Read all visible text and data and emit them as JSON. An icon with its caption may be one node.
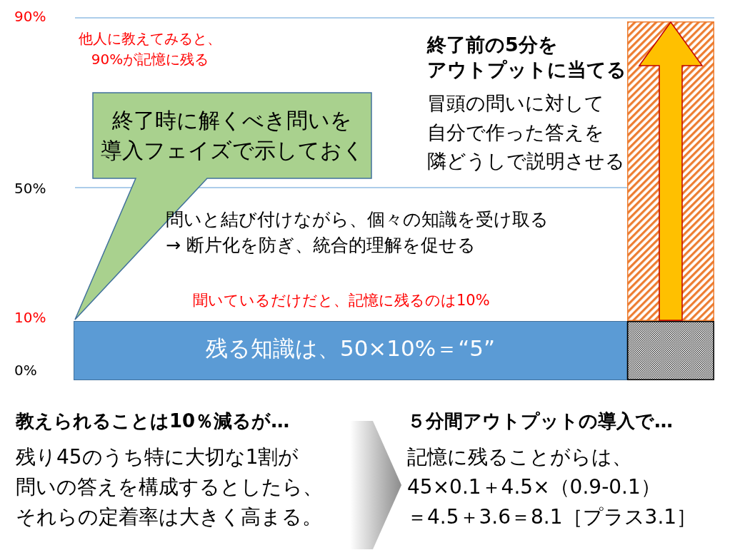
{
  "diagram": {
    "nodes": [
      {
        "text": [],
        "shape": "bar"
      },
      {
        "text": [
          "終了時に解くべき問いを導入フェイズで示しておく"
        ]
      },
      {
        "text": [
          "残る知識は、50×10%＝“5”"
        ]
      },
      {
        "text": [],
        "shape": "box"
      },
      {
        "text": [
          "教えられることは10％減るが…",
          "残り45のうち特に大切な1割が問いの答えを構成するとしたら、それらの定着率は大きく高まる。"
        ]
      },
      {
        "text": [
          "５分間アウトプットの導入で…",
          "記憶に残ることがらは、45×0.1＋4.5×（0.9-0.1）＝4.5＋3.6＝8.1［プラス3.1］"
        ]
      }
    ],
    "edges": [
      {
        "from": 4,
        "to": 5,
        "arrow": "to",
        "color": "#a0a0a0"
      },
      {
        "from": 3,
        "to": null,
        "arrow": "to",
        "style": "thick",
        "color": "#ffc000"
      }
    ],
    "labels": [
      "90%",
      "他人に教えてみると、90%が記憶に残る",
      "終了前の5分をアウトプットに当てる",
      "冒頭の問いに対して自分で作った答えを隣どうしで説明させる",
      "50%",
      "問いと結び付けながら、個々の知識を受け取る → 断片化を防ぎ、統合的理解を促せる",
      "聞いているだけだと、記憶に残るのは10%",
      "10%",
      "0%"
    ]
  }
}
